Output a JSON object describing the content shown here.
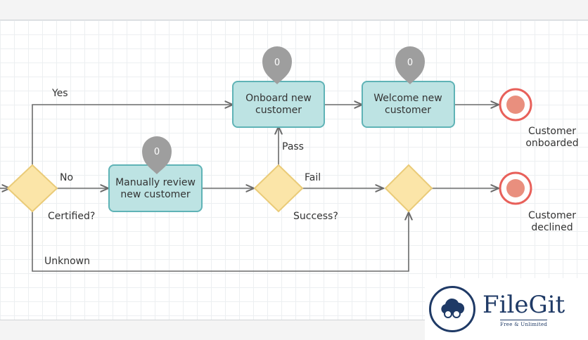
{
  "tasks": {
    "manual_review": "Manually review new customer",
    "onboard": "Onboard new customer",
    "welcome": "Welcome new customer"
  },
  "gateways": {
    "certified": "Certified?",
    "success": "Success?"
  },
  "flows": {
    "yes": "Yes",
    "no": "No",
    "unknown": "Unknown",
    "pass": "Pass",
    "fail": "Fail"
  },
  "end_events": {
    "onboarded": "Customer onboarded",
    "declined": "Customer declined"
  },
  "counters": {
    "manual_review": "0",
    "onboard": "0",
    "welcome": "0"
  },
  "logo": {
    "name": "FileGit",
    "tagline": "Free & Unlimited"
  },
  "colors": {
    "task_fill": "#bde3e3",
    "task_stroke": "#5fb3b6",
    "gateway_fill": "#fbe5a8",
    "gateway_stroke": "#eacb78",
    "end_stroke": "#e8605a",
    "end_fill": "#e98f7e",
    "pin": "#9e9e9e",
    "line": "#6b6b6b"
  }
}
